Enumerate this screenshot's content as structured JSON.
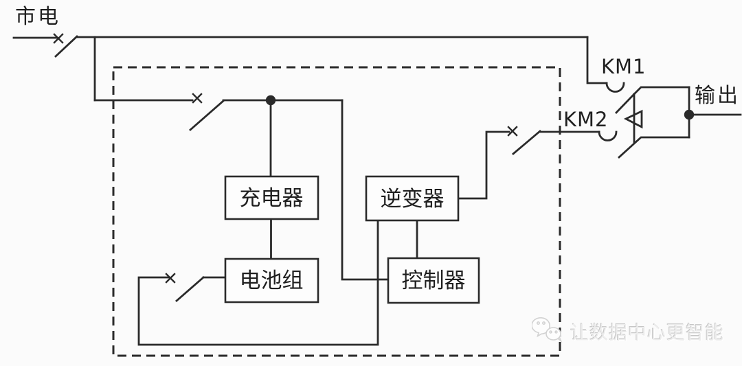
{
  "labels": {
    "mains": "市电",
    "output": "输出",
    "km1": "KM1",
    "km2": "KM2"
  },
  "blocks": {
    "charger": "充电器",
    "battery": "电池组",
    "inverter": "逆变器",
    "controller": "控制器"
  },
  "watermark": {
    "icon": "wechat-icon",
    "text": "让数据中心更智能"
  },
  "colors": {
    "line": "#2a2a2a",
    "background": "#fbfbfb",
    "box_fill": "#fdfdfd",
    "watermark_text": "#ededed"
  }
}
